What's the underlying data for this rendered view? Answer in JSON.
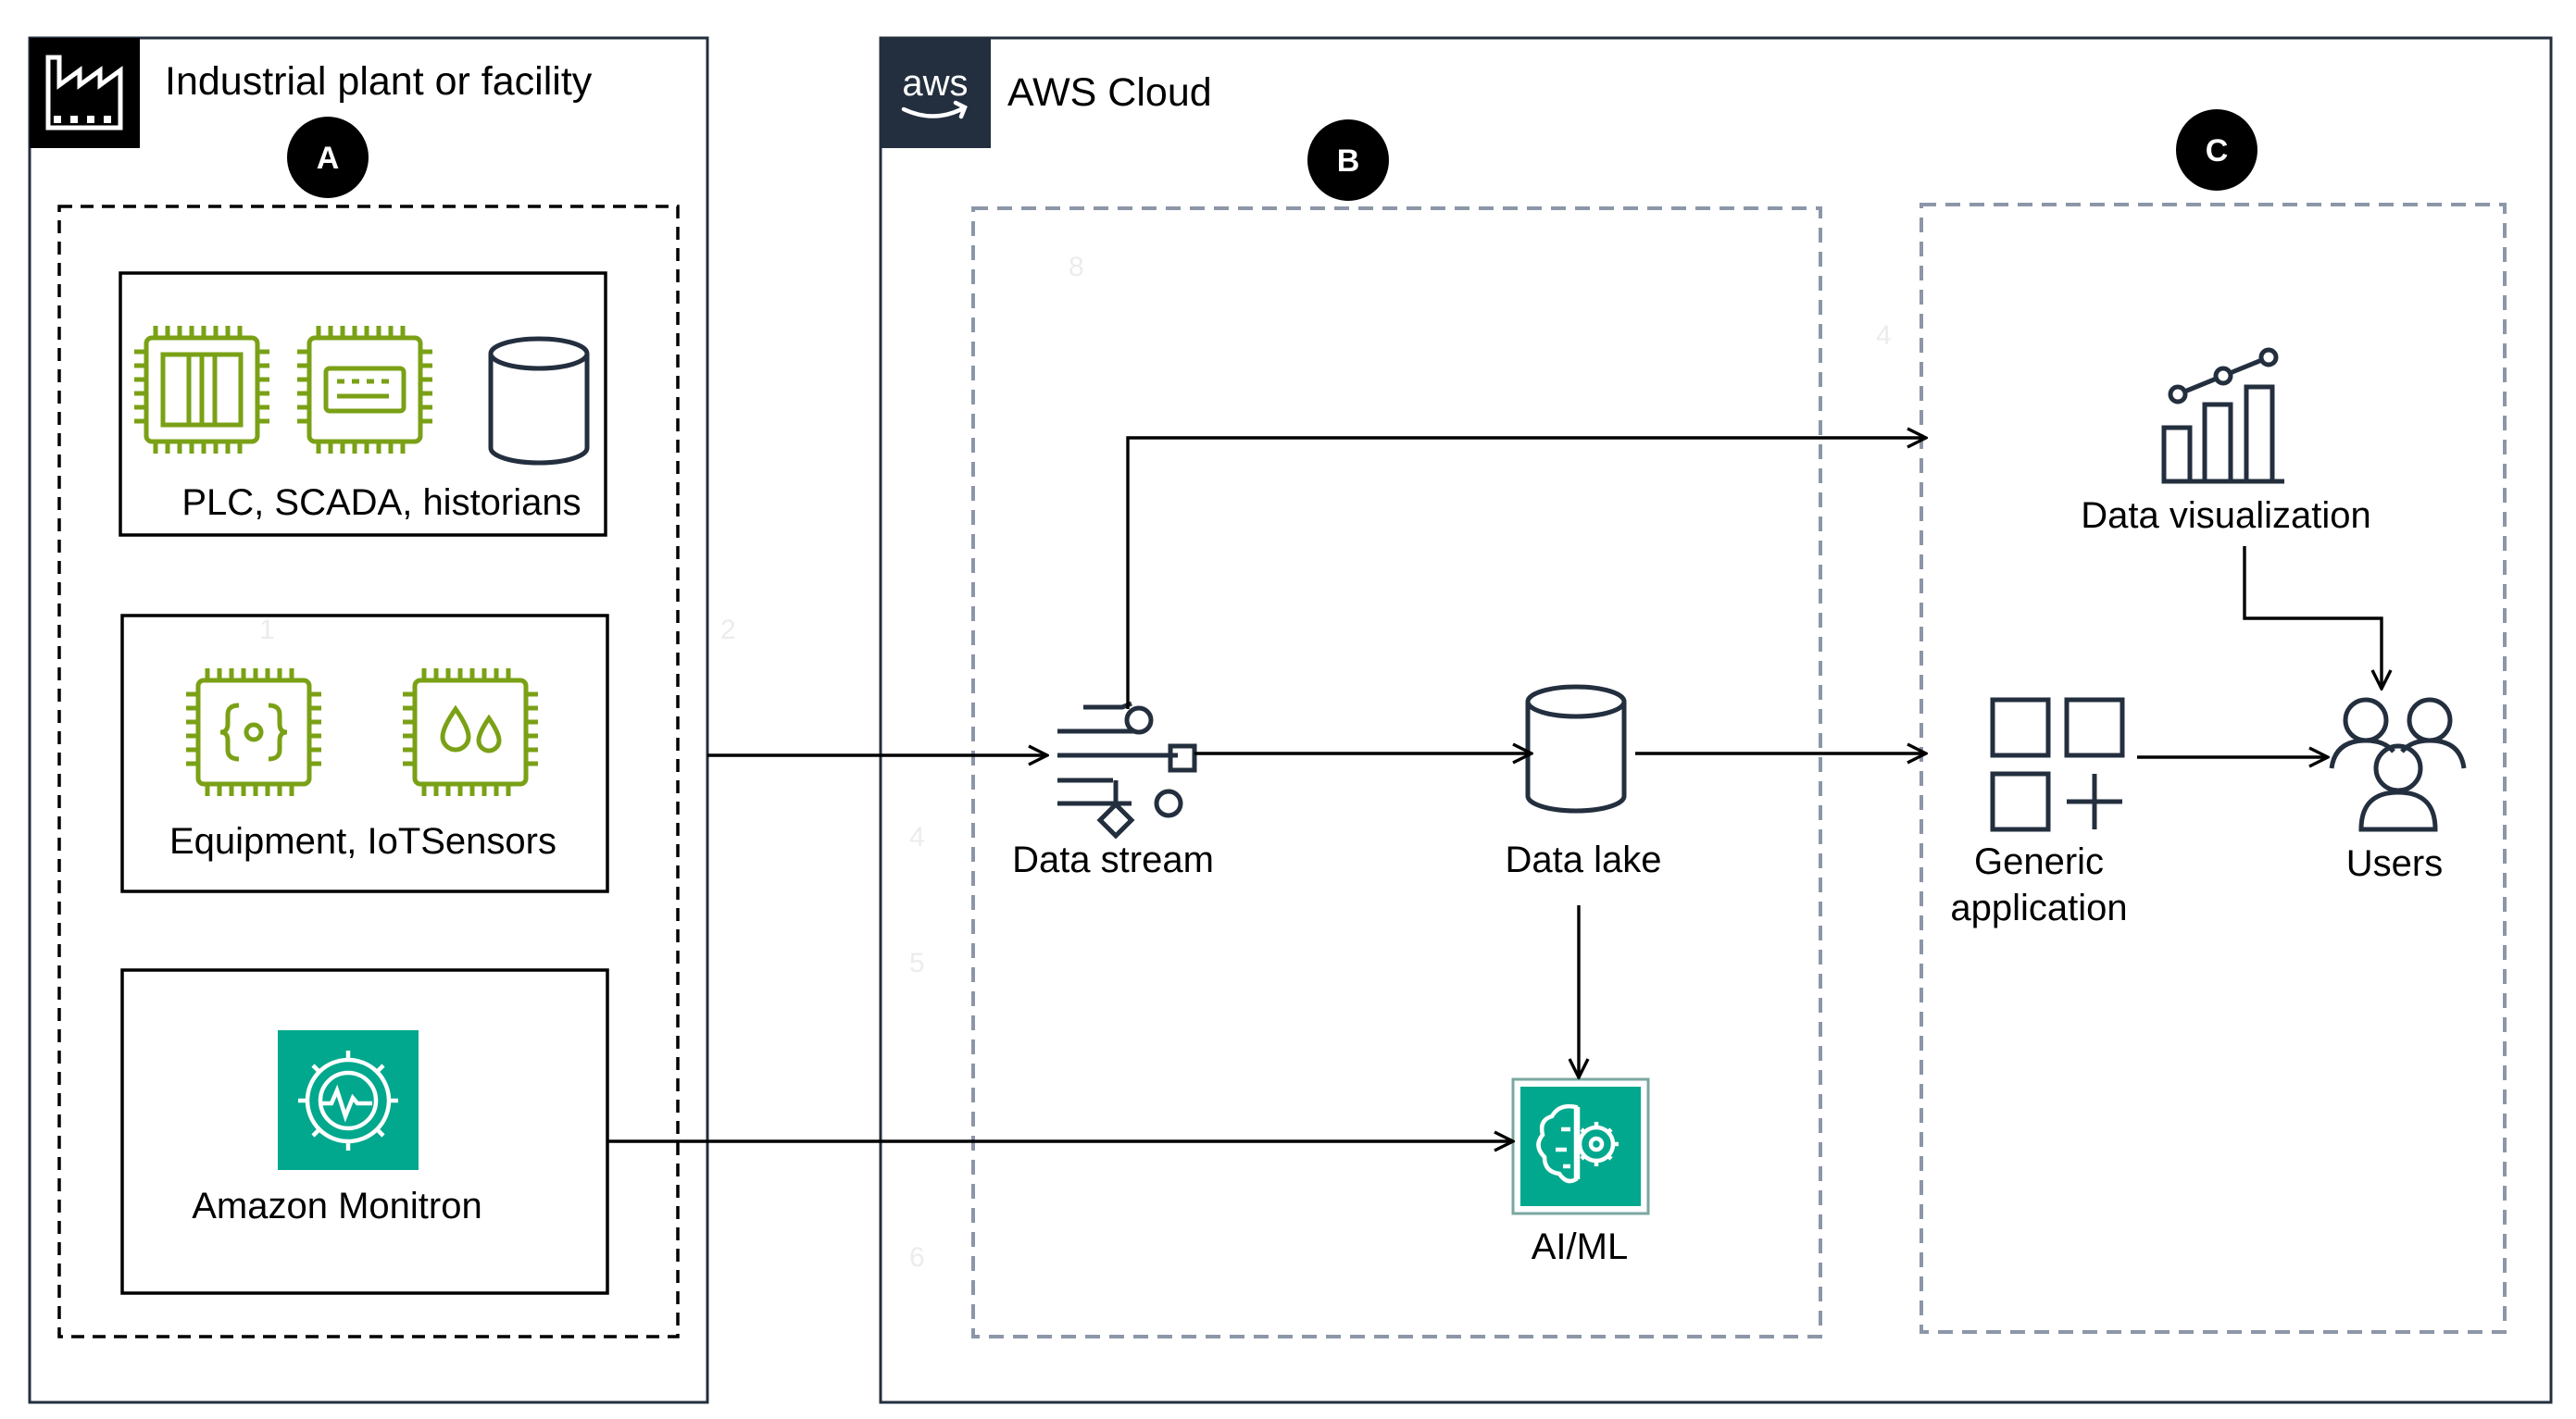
{
  "plant": {
    "title": "Industrial plant or facility",
    "badge": "A",
    "sources": [
      {
        "label": "PLC, SCADA, historians"
      },
      {
        "label": "Equipment, IoTSensors"
      },
      {
        "label": "Amazon Monitron"
      }
    ]
  },
  "cloud": {
    "logo_text": "aws",
    "title": "AWS Cloud",
    "badge_b": "B",
    "badge_c": "C",
    "data_stream": "Data stream",
    "data_lake": "Data lake",
    "aiml": "AI/ML",
    "data_visualization": "Data visualization",
    "generic_application_line1": "Generic",
    "generic_application_line2": "application",
    "users": "Users"
  },
  "faint_numbers": [
    "8",
    "4",
    "1",
    "2",
    "4",
    "5",
    "6"
  ],
  "colors": {
    "chip_green": "#7aa116",
    "ml_teal": "#01a88d",
    "aws_dark": "#232f3e",
    "dashed_gray": "#8c96a8",
    "ink": "#000000"
  }
}
